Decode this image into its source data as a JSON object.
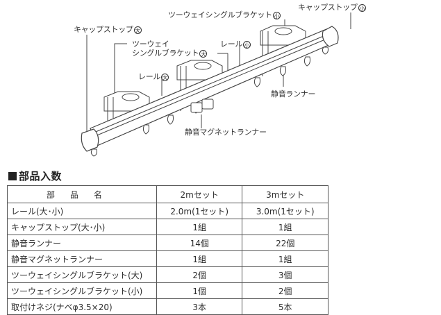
{
  "illustration": {
    "labels": {
      "cap_stop_large": {
        "text": "キャップストップ",
        "size": "大"
      },
      "cap_stop_small": {
        "text": "キャップストップ",
        "size": "小"
      },
      "bracket_small": {
        "text": "ツーウェイシングルブラケット",
        "size": "小"
      },
      "bracket_large_line1": "ツーウェイ",
      "bracket_large_line2": {
        "text": "シングルブラケット",
        "size": "大"
      },
      "rail_small": {
        "text": "レール",
        "size": "小"
      },
      "rail_large": {
        "text": "レール",
        "size": "大"
      },
      "silent_runner": "静音ランナー",
      "silent_magnet_runner": "静音マグネットランナー"
    }
  },
  "section": {
    "title": "部品入数"
  },
  "table": {
    "headers": [
      "部品名",
      "2mセット",
      "3mセット"
    ],
    "rows": [
      {
        "name": "レール(大･小)",
        "set2m": "2.0m(1セット)",
        "set3m": "3.0m(1セット)"
      },
      {
        "name": "キャップストップ(大･小)",
        "set2m": "1組",
        "set3m": "1組"
      },
      {
        "name": "静音ランナー",
        "set2m": "14個",
        "set3m": "22個"
      },
      {
        "name": "静音マグネットランナー",
        "set2m": "1組",
        "set3m": "1組"
      },
      {
        "name": "ツーウェイシングルブラケット(大)",
        "set2m": "2個",
        "set3m": "3個"
      },
      {
        "name": "ツーウェイシングルブラケット(小)",
        "set2m": "1個",
        "set3m": "2個"
      },
      {
        "name": "取付けネジ(ナベφ3.5×20)",
        "set2m": "3本",
        "set3m": "5本"
      }
    ]
  }
}
